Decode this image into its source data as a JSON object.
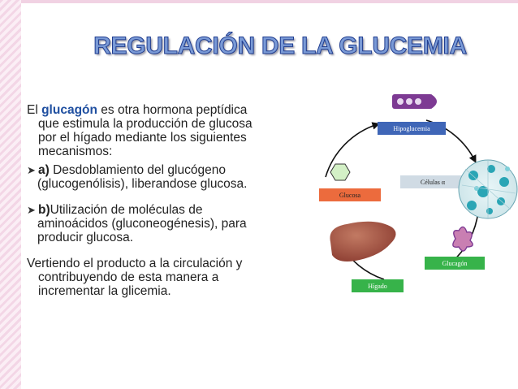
{
  "slide": {
    "title": "REGULACIÓN DE LA GLUCEMIA",
    "paragraph1": {
      "prefix": "El ",
      "keyword": "glucagón",
      "line1_rest": " es otra hormona peptídica",
      "line2": "que estimula la producción de glucosa",
      "line3": "por el hígado mediante los siguientes",
      "line4": "mecanismos:"
    },
    "bullet_a": {
      "label": "a)",
      "line1_rest": " Desdoblamiento del glucógeno",
      "line2": "(glucogenólisis), liberandose glucosa."
    },
    "bullet_b": {
      "label": "b)",
      "line1_rest": "Utilización de moléculas de",
      "line2": "aminoácidos (gluconeogénesis), para",
      "line3": "producir glucosa."
    },
    "paragraph2": {
      "line1": "Vertiendo el producto a la circulación y",
      "line2": "contribuyendo de esta manera a",
      "line3": "incrementar la glicemia."
    }
  },
  "diagram": {
    "labels": {
      "hipoglucemia": "Hipoglucemia",
      "celulas": "Células α",
      "glucagon": "Glucagón",
      "higado": "Hígado",
      "glucosa": "Glucosa"
    },
    "colors": {
      "purple": "#7d3a93",
      "blue": "#3f66b7",
      "green": "#37b34a",
      "orange": "#ec6b3d",
      "liver": "#9a4a3c",
      "islet": "#2aa5b5"
    }
  }
}
